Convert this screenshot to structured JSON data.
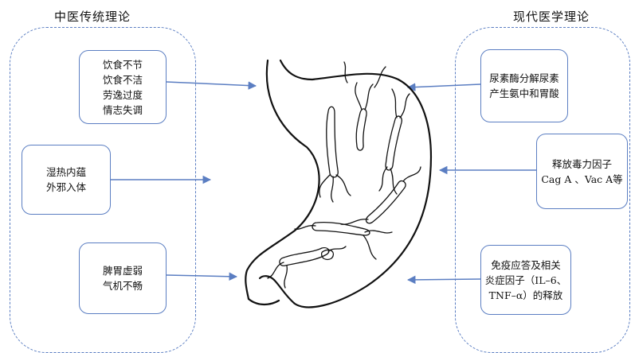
{
  "left_panel": {
    "title": "中医传统理论",
    "boxes": [
      {
        "lines": [
          "饮食不节",
          "饮食不洁",
          "劳逸过度",
          "情志失调"
        ]
      },
      {
        "lines": [
          "湿热内蕴",
          "外邪入体"
        ]
      },
      {
        "lines": [
          "脾胃虚弱",
          "气机不畅"
        ]
      }
    ]
  },
  "right_panel": {
    "title": "现代医学理论",
    "boxes": [
      {
        "lines": [
          "尿素酶分解尿素",
          "产生氨中和胃酸"
        ]
      },
      {
        "lines": [
          "释放毒力因子",
          "Cag A 、Vac A等"
        ]
      },
      {
        "lines": [
          "免疫应答及相关",
          "炎症因子（IL–6、",
          "TNF–α）的释放"
        ]
      }
    ]
  },
  "colors": {
    "accent": "#5b7ec2",
    "text": "#111111",
    "stomach_outline": "#111111"
  },
  "icons": {
    "stomach": "stomach-with-bacteria-illustration"
  }
}
